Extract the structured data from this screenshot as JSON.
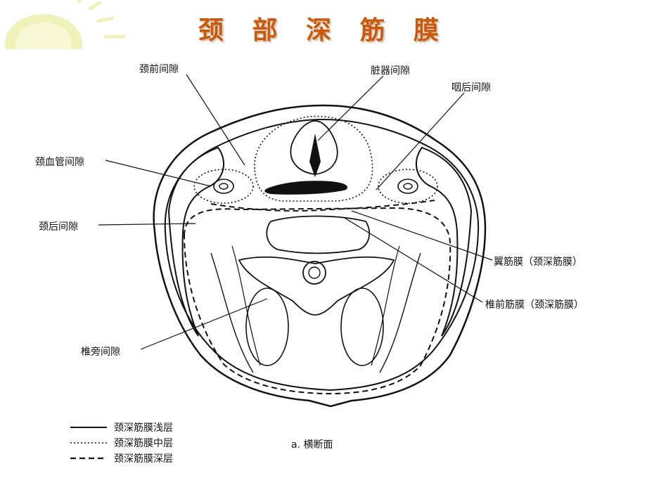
{
  "title": "颈 部 深 筋 膜",
  "labels": {
    "pretracheal": "颈前间隙",
    "visceral": "脏器间隙",
    "retropharyngeal": "咽后间隙",
    "carotid": "颈血管间隙",
    "posterior": "颈后间隙",
    "alar": "翼筋膜（颈深筋膜）",
    "prevertebral": "椎前筋膜（颈深筋膜）",
    "paravertebral": "椎旁间隙"
  },
  "legend": [
    {
      "style": "solid",
      "label": "颈深筋膜浅层"
    },
    {
      "style": "dotted",
      "label": "颈深筋膜中层"
    },
    {
      "style": "dashed",
      "label": "颈深筋膜深层"
    }
  ],
  "caption": "a. 横断面",
  "colors": {
    "title": "#c85a10",
    "decoration": "#eef2b8"
  }
}
